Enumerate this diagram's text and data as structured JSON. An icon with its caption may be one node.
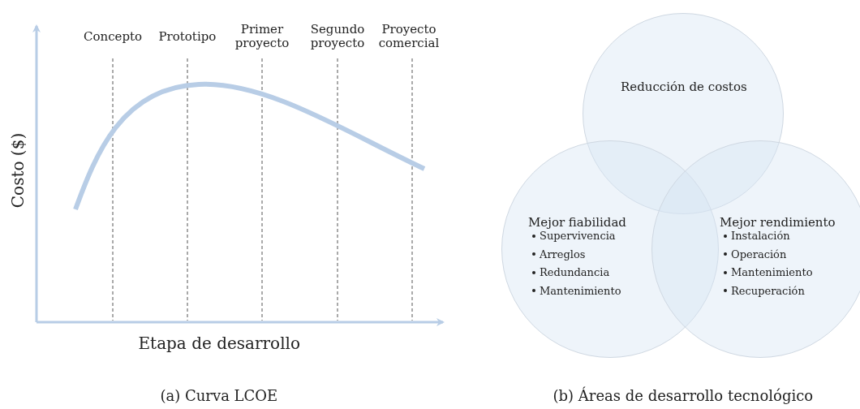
{
  "diagram": {
    "nodes": [
      {
        "text": [
          "Reducción de costos"
        ]
      },
      {
        "text": [
          "Mejor fiabilidad",
          "Supervivencia",
          "Arreglos",
          "Redundancia",
          "Mantenimiento"
        ]
      },
      {
        "text": [
          "Mejor rendimiento",
          "Instalación",
          "Operación",
          "Mantenimiento",
          "Recuperación"
        ]
      }
    ],
    "edges": [],
    "labels": [
      "Concepto",
      "Prototipo",
      "Primer proyecto",
      "Segundo proyecto",
      "Proyecto comercial",
      "Costo ($)",
      "Etapa de desarrollo",
      "(a) Curva LCOE",
      "(b) Áreas de desarrollo tecnológico"
    ]
  }
}
